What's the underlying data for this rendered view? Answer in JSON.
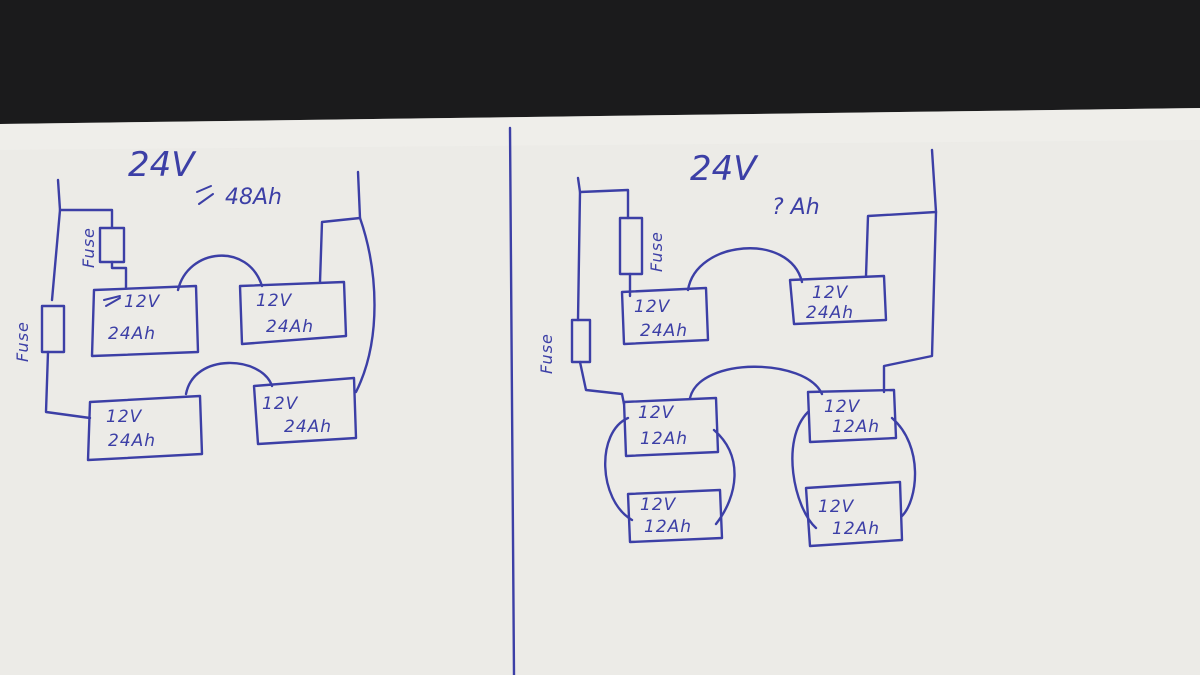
{
  "left": {
    "voltage": "24V",
    "capacity": "48Ah",
    "fuse_main": "Fuse",
    "fuse_top": "Fuse",
    "batteries": [
      {
        "voltage": "12V",
        "capacity": "24Ah"
      },
      {
        "voltage": "12V",
        "capacity": "24Ah"
      },
      {
        "voltage": "12V",
        "capacity": "24Ah"
      },
      {
        "voltage": "12V",
        "capacity": "24Ah"
      }
    ]
  },
  "right": {
    "voltage": "24V",
    "capacity": "? Ah",
    "fuse_main": "Fuse",
    "fuse_top": "Fuse",
    "batteries": [
      {
        "voltage": "12V",
        "capacity": "24Ah"
      },
      {
        "voltage": "12V",
        "capacity": "24Ah"
      },
      {
        "voltage": "12V",
        "capacity": "12Ah"
      },
      {
        "voltage": "12V",
        "capacity": "12Ah"
      },
      {
        "voltage": "12V",
        "capacity": "12Ah"
      },
      {
        "voltage": "12V",
        "capacity": "12Ah"
      }
    ]
  }
}
